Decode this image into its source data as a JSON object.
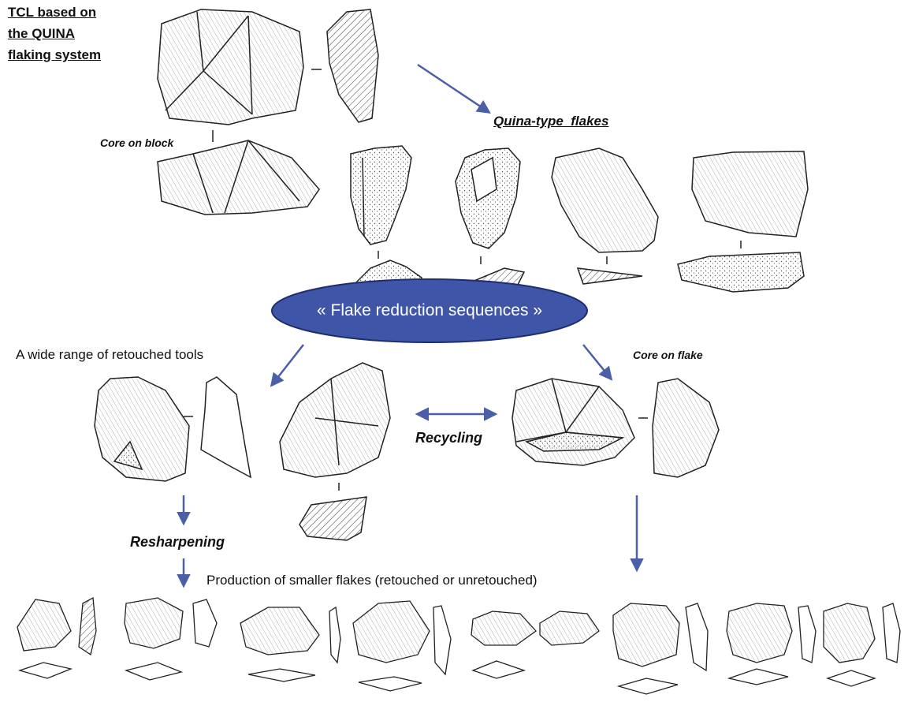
{
  "title": {
    "line1": "TCL based on",
    "line2": "the QUINA",
    "line3": "flaking system"
  },
  "labels": {
    "core_on_block": "Core on block",
    "quina_flakes": "Quina-type  flakes",
    "flake_reduction": "« Flake reduction sequences »",
    "wide_range": "A wide range of retouched tools",
    "core_on_flake": "Core on flake",
    "recycling": "Recycling",
    "resharpening": "Resharpening",
    "production": "Production of smaller flakes (retouched or unretouched)"
  },
  "colors": {
    "arrow": "#4a5fa8",
    "ellipse_fill": "#3f55a8",
    "ellipse_stroke": "#1e2d6e",
    "ink": "#222222"
  }
}
